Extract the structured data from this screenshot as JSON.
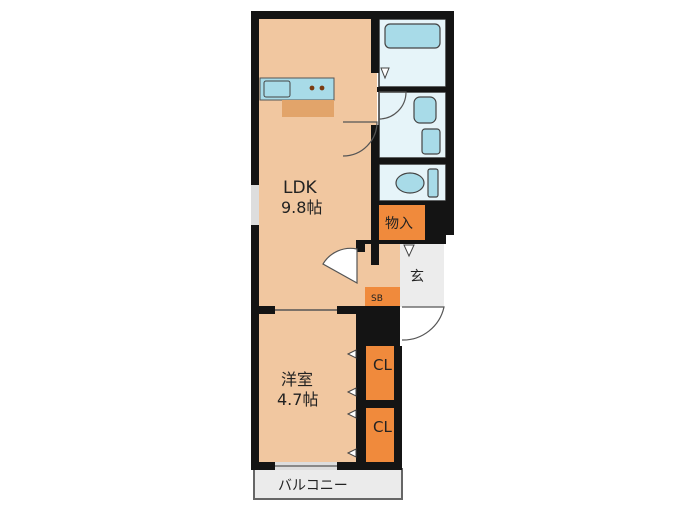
{
  "rooms": {
    "ldk": {
      "name": "LDK",
      "size": "9.8帖"
    },
    "western": {
      "name": "洋室",
      "size": "4.7帖"
    },
    "storage": {
      "name": "物入"
    },
    "entrance": {
      "name": "玄"
    },
    "shoe_box": {
      "name": "SB"
    },
    "closet_1": {
      "name": "CL"
    },
    "closet_2": {
      "name": "CL"
    },
    "balcony": {
      "name": "バルコニー"
    }
  },
  "colors": {
    "room_fill": "#f1c7a0",
    "wet_area": "#e6f4f9",
    "fixture": "#a8dbe8",
    "storage": "#f08a3c",
    "counter": "#e2a46a",
    "balcony": "#ebebeb",
    "wall": "#141414",
    "entrance": "#ececec"
  }
}
